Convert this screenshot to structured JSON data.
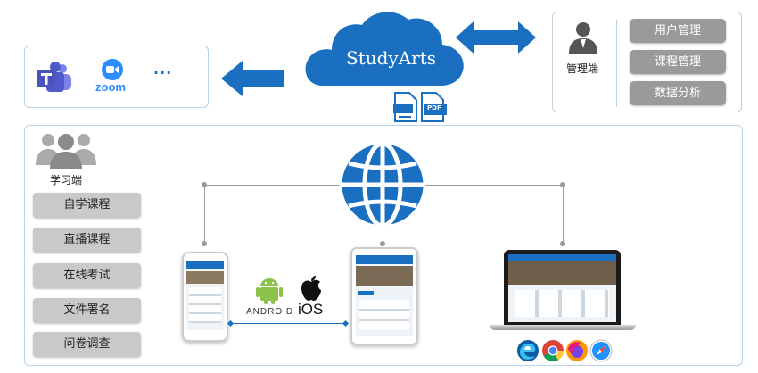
{
  "cloud": {
    "brand": "StudyArts"
  },
  "integrations": {
    "zoom_label": "zoom",
    "more": "···"
  },
  "admin": {
    "title": "管理端",
    "buttons": [
      "用户管理",
      "课程管理",
      "数据分析"
    ]
  },
  "learner": {
    "title": "学习端",
    "buttons": [
      "自学课程",
      "直播课程",
      "在线考试",
      "文件署名",
      "问卷调查"
    ]
  },
  "files": {
    "pdf_label": "PDF"
  },
  "platforms": {
    "android": "ANDROID",
    "ios": "iOS"
  },
  "colors": {
    "accent": "#1a6fc0",
    "border": "#b9d2e6",
    "button_gray": "#c9c9c9",
    "button_dark": "#9a9a9a"
  },
  "icons": [
    "teams-icon",
    "zoom-icon",
    "ellipsis-icon",
    "cloud-icon",
    "document-icon",
    "pdf-icon",
    "globe-icon",
    "user-group-icon",
    "admin-user-icon",
    "android-icon",
    "apple-icon",
    "edge-icon",
    "chrome-icon",
    "firefox-icon",
    "safari-icon"
  ]
}
